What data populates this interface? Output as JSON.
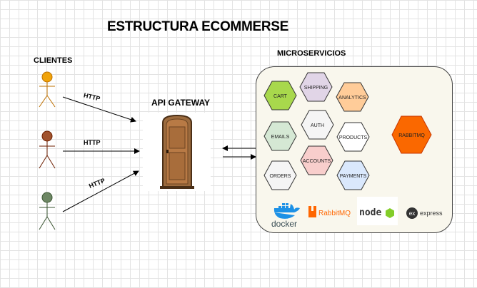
{
  "title": "ESTRUCTURA ECOMMERSE",
  "clients": {
    "label": "CLIENTES",
    "http_labels": [
      "HTTP",
      "HTTP",
      "HTTP"
    ],
    "figure_colors": [
      "#f0a30a",
      "#a0522d",
      "#6d8764"
    ]
  },
  "gateway": {
    "label": "API GATEWAY",
    "icon": "door-icon"
  },
  "microservices": {
    "label": "MICROSERVICIOS",
    "services": [
      {
        "name": "CART",
        "color": "#a8d84c"
      },
      {
        "name": "SHIPPING",
        "color": "#e1d5e7"
      },
      {
        "name": "ANALYTICS",
        "color": "#ffcc99"
      },
      {
        "name": "EMAILS",
        "color": "#d5e8d4"
      },
      {
        "name": "AUTH",
        "color": "#f5f5f5"
      },
      {
        "name": "PRODUCTS",
        "color": "#ffffff"
      },
      {
        "name": "ACCOUNTS",
        "color": "#f8cecc"
      },
      {
        "name": "ORDERS",
        "color": "#f5f5f5"
      },
      {
        "name": "PAYMENTS",
        "color": "#dae8fc"
      },
      {
        "name": "RABBITMQ",
        "color": "#fa6800"
      }
    ],
    "logos": {
      "docker": "docker",
      "rabbitmq": "RabbitMQ",
      "node": "node",
      "express_mark": "ex",
      "express": "express"
    }
  }
}
